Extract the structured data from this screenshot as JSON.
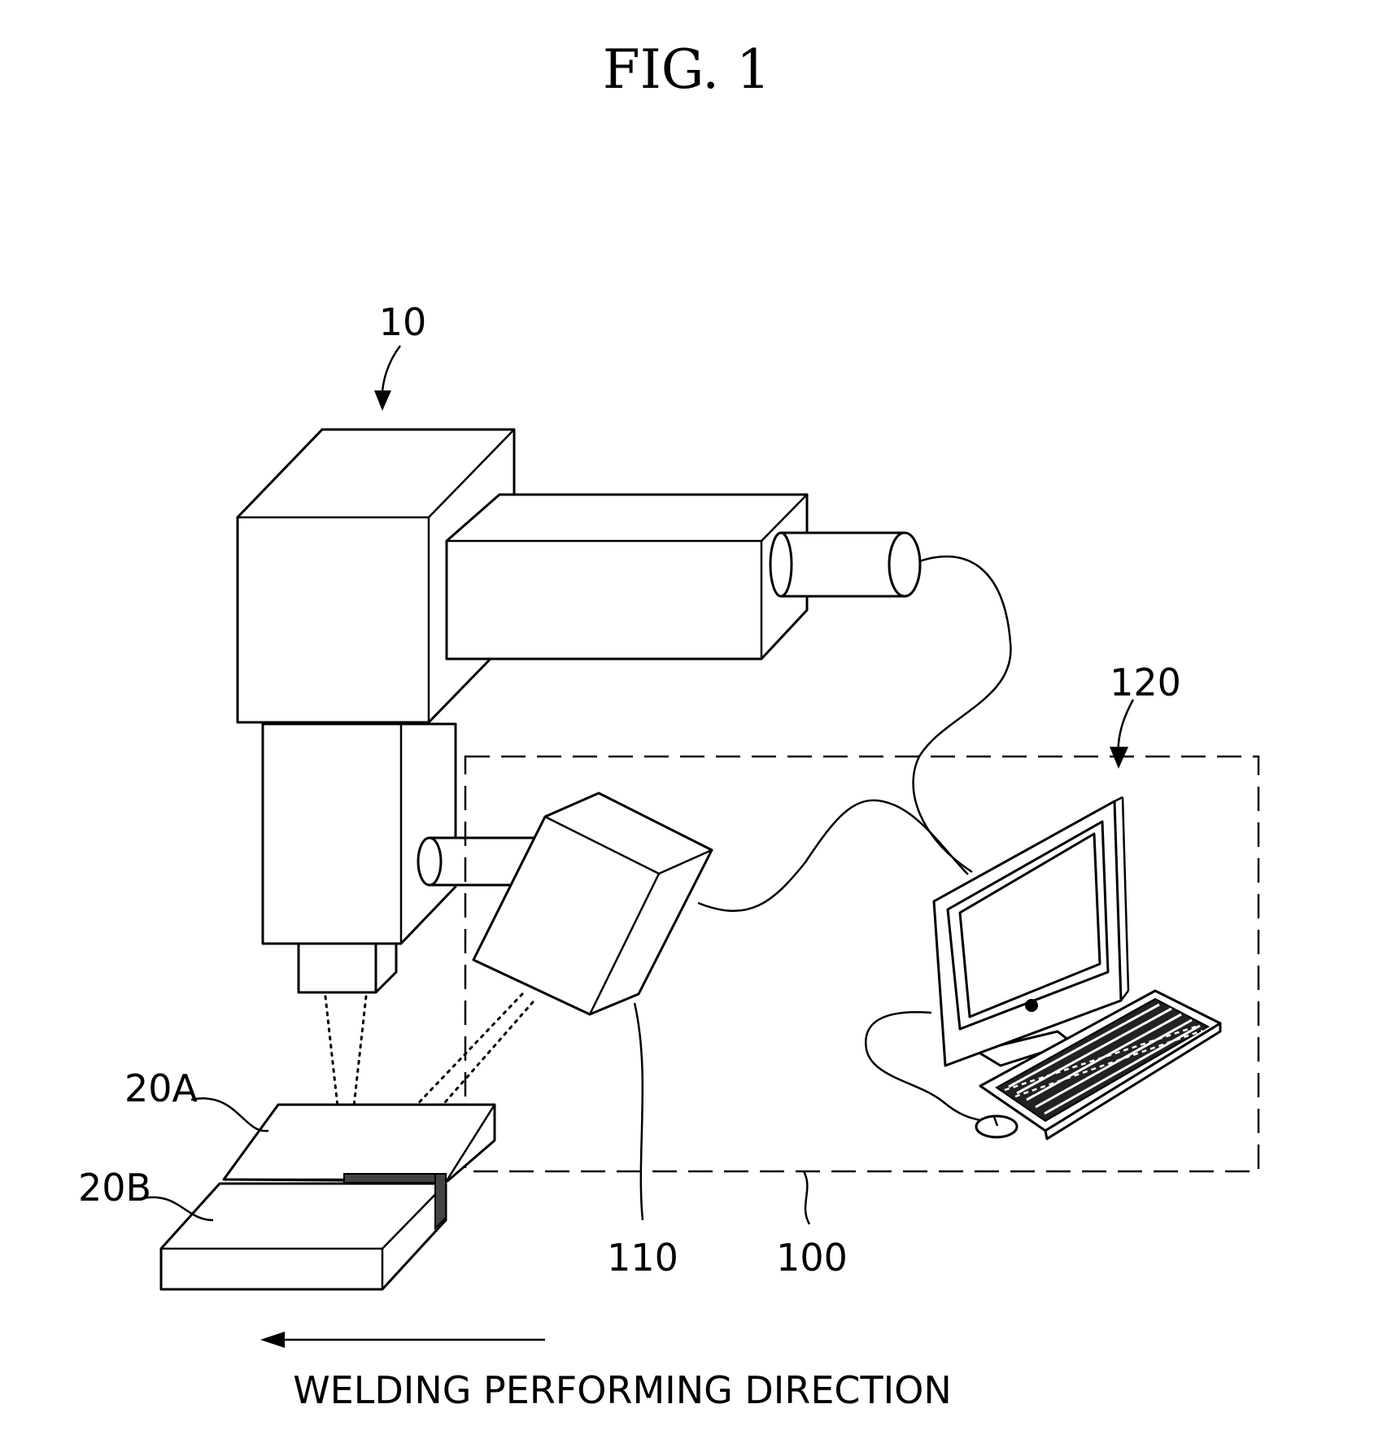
{
  "figure": {
    "title": "FIG. 1",
    "labels": {
      "welding_head": "10",
      "sensor": "110",
      "system": "100",
      "computer": "120",
      "plate_a": "20A",
      "plate_b": "20B"
    },
    "direction_caption": "WELDING PERFORMING DIRECTION"
  }
}
